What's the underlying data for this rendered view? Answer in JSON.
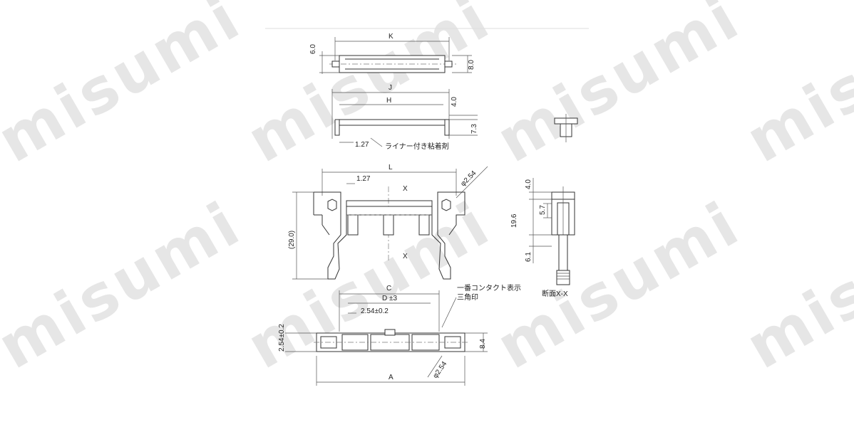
{
  "watermark": "misumi",
  "dims": {
    "K": "K",
    "d6_0": "6.0",
    "d8_0": "8.0",
    "J": "J",
    "H": "H",
    "d4_0a": "4.0",
    "d7_3": "7.3",
    "d1_27a": "1.27",
    "L": "L",
    "d1_27b": "1.27",
    "phi2_54a": "φ2.54",
    "X_top": "X",
    "X_bot": "X",
    "d29_0": "(29.0)",
    "d4_0b": "4.0",
    "d5_7": "5.7",
    "d19_6": "19.6",
    "d6_1": "6.1",
    "C": "C",
    "D": "D ±3",
    "pitch": "2.54±0.2",
    "pitch_v": "2.54±0.2",
    "d8_4": "8.4",
    "phi2_54b": "φ2.54",
    "A": "A"
  },
  "labels": {
    "adhesive": "ライナー付き粘着剤",
    "contact_mark_1": "一番コンタクト表示",
    "contact_mark_2": "三角印",
    "section": "断面X-X"
  },
  "colors": {
    "line": "#333333",
    "watermark": "#e6e6e6"
  }
}
